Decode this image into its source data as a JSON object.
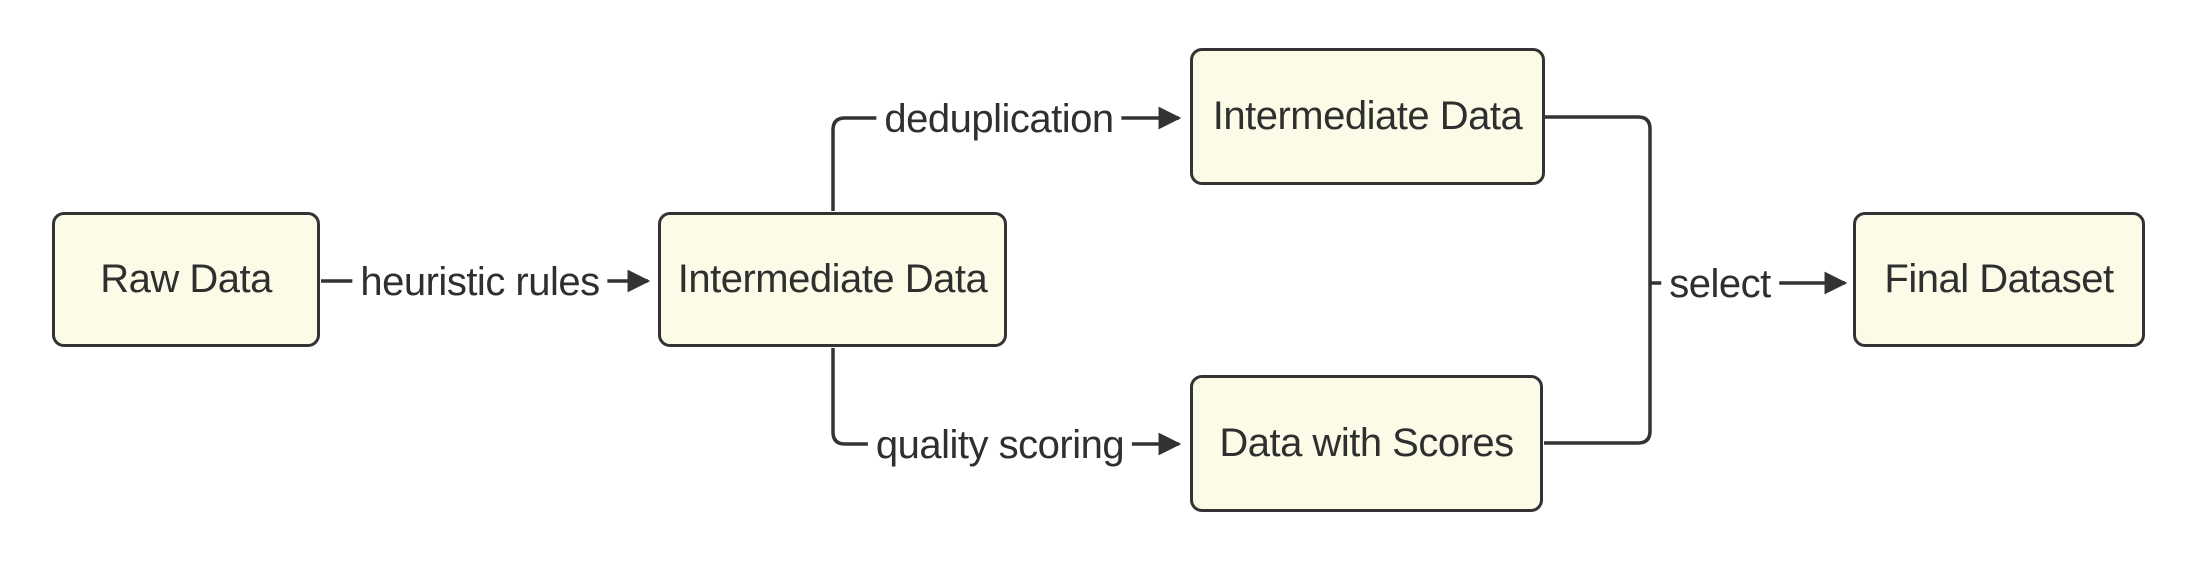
{
  "diagram": {
    "type": "flowchart",
    "background_color": "#FFFFFF",
    "node_fill_color": "#FBFBE7",
    "node_border_color": "#333333",
    "edge_line_color": "#333333",
    "text_color": "#2F2F2F",
    "nodes": [
      {
        "id": "raw-data",
        "label": "Raw Data"
      },
      {
        "id": "intermediate-mid",
        "label": "Intermediate Data"
      },
      {
        "id": "intermediate-top",
        "label": "Intermediate Data"
      },
      {
        "id": "data-with-scores",
        "label": "Data with Scores"
      },
      {
        "id": "final-dataset",
        "label": "Final Dataset"
      }
    ],
    "edges": [
      {
        "from": "raw-data",
        "to": "intermediate-mid",
        "label": "heuristic rules"
      },
      {
        "from": "intermediate-mid",
        "to": "intermediate-top",
        "label": "deduplication"
      },
      {
        "from": "intermediate-mid",
        "to": "data-with-scores",
        "label": "quality scoring"
      },
      {
        "from": "intermediate-top + data-with-scores",
        "to": "final-dataset",
        "label": "select"
      }
    ]
  }
}
